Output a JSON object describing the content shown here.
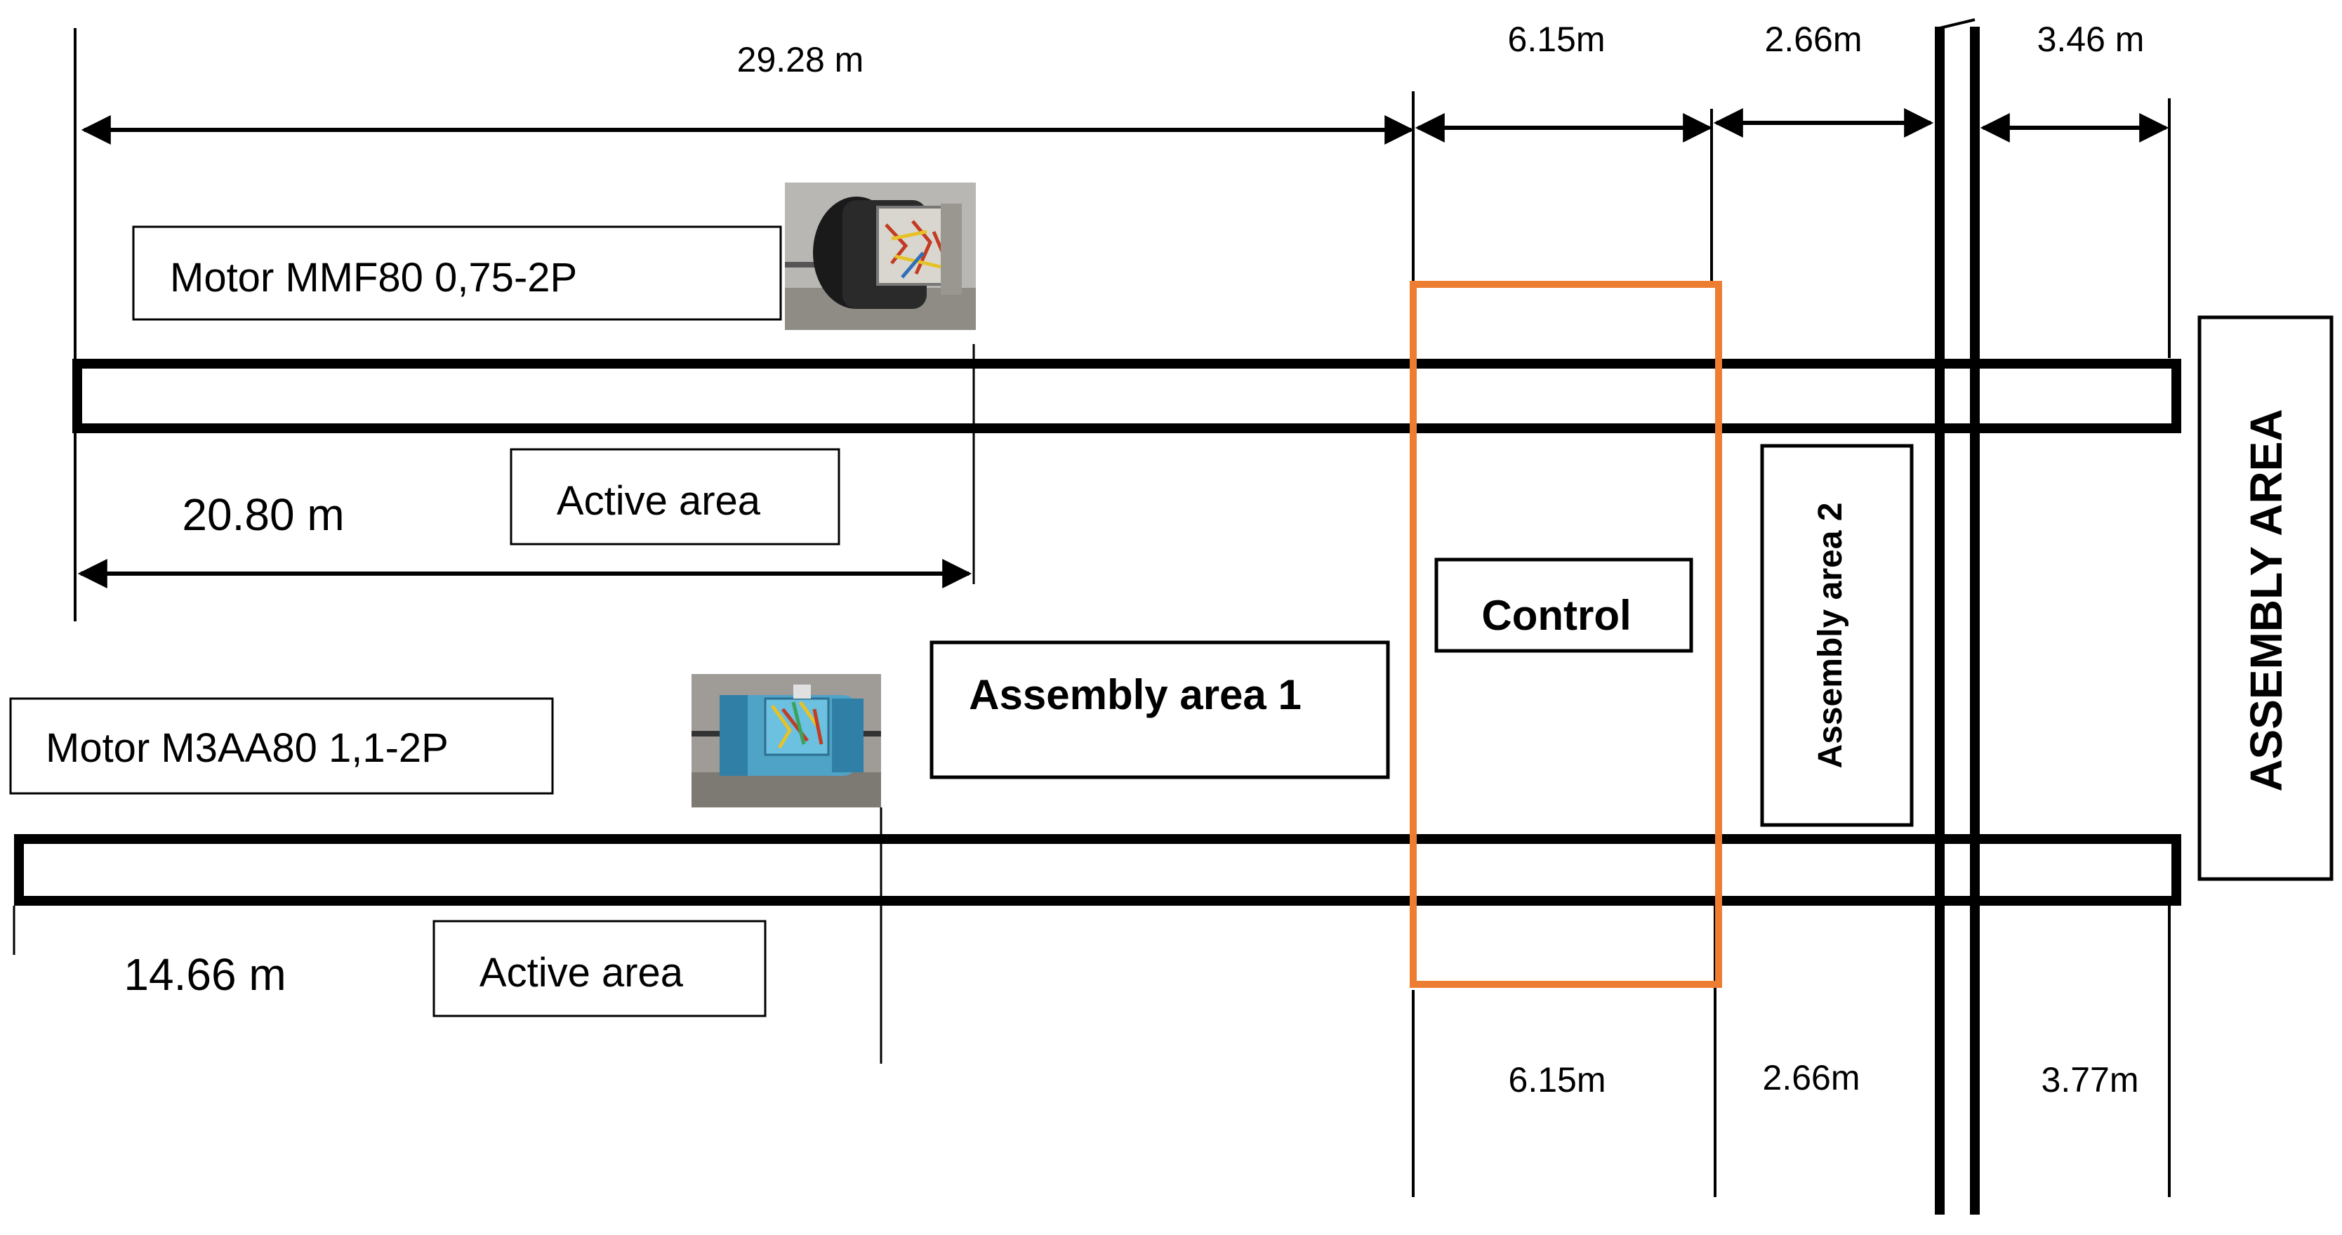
{
  "colors": {
    "line": "#000000",
    "control_zone": "#ED7D31",
    "motor1_body": "#1e1e1e",
    "motor2_body": "#4fa3c7"
  },
  "dimensions": {
    "top_total": "29.28 m",
    "top_control": "6.15m",
    "top_assembly2": "2.66m",
    "top_right": "3.46 m",
    "line1_active": "20.80 m",
    "line2_active": "14.66 m",
    "bottom_control": "6.15m",
    "bottom_assembly2": "2.66m",
    "bottom_right": "3.77m"
  },
  "labels": {
    "motor1": "Motor MMF80 0,75-2P",
    "motor2": "Motor M3AA80 1,1-2P",
    "active_area_1": "Active area",
    "active_area_2": "Active area",
    "assembly_area_1": "Assembly area 1",
    "control": "Control",
    "assembly_area_2": "Assembly area 2",
    "assembly_area": "ASSEMBLY AREA"
  },
  "icons": {
    "motor1_photo": "electric-motor-photo",
    "motor2_photo": "electric-motor-photo"
  }
}
